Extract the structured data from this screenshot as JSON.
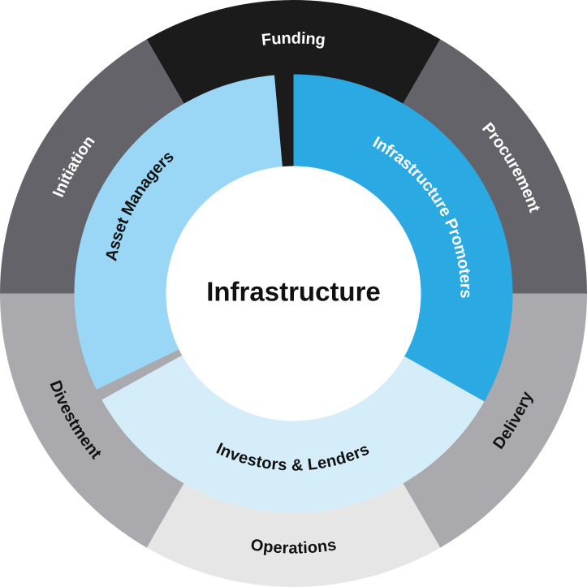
{
  "center_label": "Infrastructure",
  "outer_ring": [
    {
      "label": "Funding",
      "color": "#1b1b1c",
      "text_color": "#ffffff"
    },
    {
      "label": "Procurement",
      "color": "#636369",
      "text_color": "#ffffff"
    },
    {
      "label": "Delivery",
      "color": "#a9a9ae",
      "text_color": "#111111"
    },
    {
      "label": "Operations",
      "color": "#e6e6e7",
      "text_color": "#111111"
    },
    {
      "label": "Divestment",
      "color": "#a9a9ae",
      "text_color": "#111111"
    },
    {
      "label": "Initiation",
      "color": "#636369",
      "text_color": "#ffffff"
    }
  ],
  "inner_ring": [
    {
      "label": "Infrastructure Promoters",
      "color": "#2aa9e2",
      "text_color": "#ffffff"
    },
    {
      "label": "Investors & Lenders",
      "color": "#d4edf9",
      "text_color": "#111111"
    },
    {
      "label": "Asset Managers",
      "color": "#9ad7f6",
      "text_color": "#111111"
    }
  ]
}
